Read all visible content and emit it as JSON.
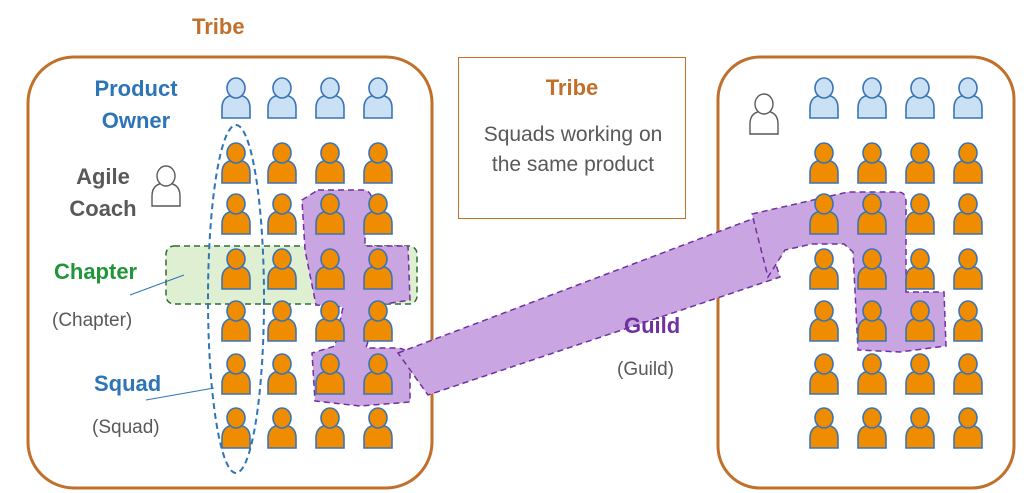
{
  "labels": {
    "tribe_title": "Tribe",
    "product_owner": [
      "Product",
      "Owner"
    ],
    "agile_coach": [
      "Agile",
      "Coach"
    ],
    "chapter": "Chapter",
    "chapter_sub": "(Chapter)",
    "squad": "Squad",
    "squad_sub": "(Squad)",
    "guild": "Guild",
    "guild_sub": "(Guild)"
  },
  "legend": {
    "title": "Tribe",
    "description": "Squads working on the same product"
  },
  "icons": {
    "product_owner": "person-icon",
    "member": "person-icon",
    "agile_coach": "person-outline-icon"
  },
  "colors": {
    "tribe_border": "#c0702b",
    "member_fill": "#f08c00",
    "member_stroke": "#3b74b4",
    "owner_fill": "#c9e0f5",
    "coach_stroke": "#595959",
    "guild_fill": "#c9a5e2",
    "guild_stroke": "#7030a0",
    "chapter_fill": "#dff0d2",
    "chapter_stroke": "#2f6b35",
    "squad_stroke": "#2e75b6"
  }
}
